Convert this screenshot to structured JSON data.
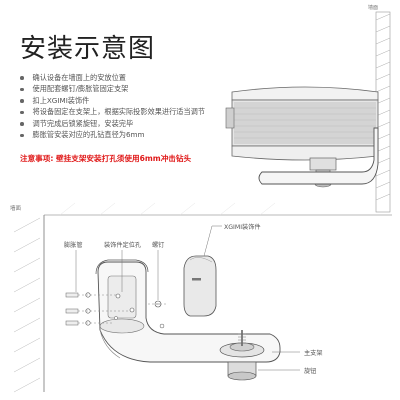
{
  "title": "安装示意图",
  "steps": [
    "确认设备在墙面上的安放位置",
    "使用配套螺钉/膨胀管固定支架",
    "扣上XGIMI装饰件",
    "将设备固定在支架上，根据实际投影效果进行适当调节",
    "调节完成后锁紧旋钮，安装完毕",
    "膨胀管安装对应的孔钻直径为6mm"
  ],
  "note": "注意事项: 壁挂支架安装打孔须使用6mm冲击钻头",
  "labels": {
    "wall_top": "墙面",
    "wall_bottom": "墙面",
    "anchor": "膨胀管",
    "decor_hole": "装饰件定位孔",
    "screw": "螺钉",
    "decor_part": "XGIMI装饰件",
    "main_bracket": "主支架",
    "knob": "旋钮"
  },
  "colors": {
    "note": "#e01a1a",
    "line": "#555555"
  }
}
